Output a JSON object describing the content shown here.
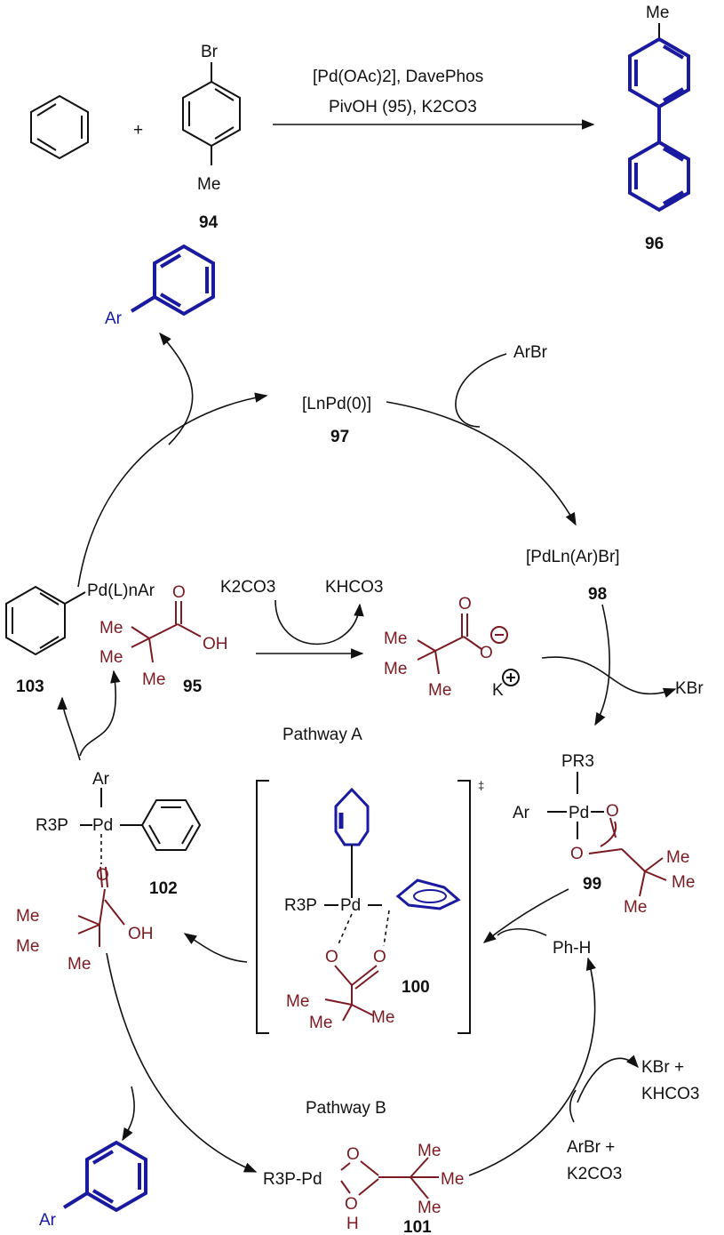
{
  "reaction": {
    "reagent_line1": "[Pd(OAc)2], DavePhos",
    "reagent_line2": "PivOH (95), K2CO3",
    "plus": "+",
    "compounds": {
      "c94": "94",
      "c96": "96",
      "c97": "97",
      "c98": "98",
      "c95": "95",
      "c103": "103",
      "c102": "102",
      "c100": "100",
      "c99": "99",
      "c101": "101"
    },
    "atoms": {
      "br": "Br",
      "me": "Me",
      "ar": "Ar",
      "o": "O",
      "oh": "OH",
      "h": "H",
      "k": "K",
      "pr3": "PR3",
      "r3p": "R3P",
      "pd": "Pd",
      "r3p_pd": "R3P-Pd"
    },
    "species": {
      "pd0": "[LnPd(0)]",
      "arbr": "ArBr",
      "pdlnarbr": "[PdLn(Ar)Br]",
      "pdlnar": "Pd(L)nAr",
      "k2co3": "K2CO3",
      "khco3": "KHCO3",
      "kbr": "KBr",
      "phh": "Ph-H",
      "kbr_plus": "KBr +",
      "khco3_2": "KHCO3",
      "arbr_plus": "ArBr +",
      "k2co3_2": "K2CO3",
      "double_dagger": "‡"
    },
    "pathways": {
      "a": "Pathway A",
      "b": "Pathway B"
    }
  }
}
